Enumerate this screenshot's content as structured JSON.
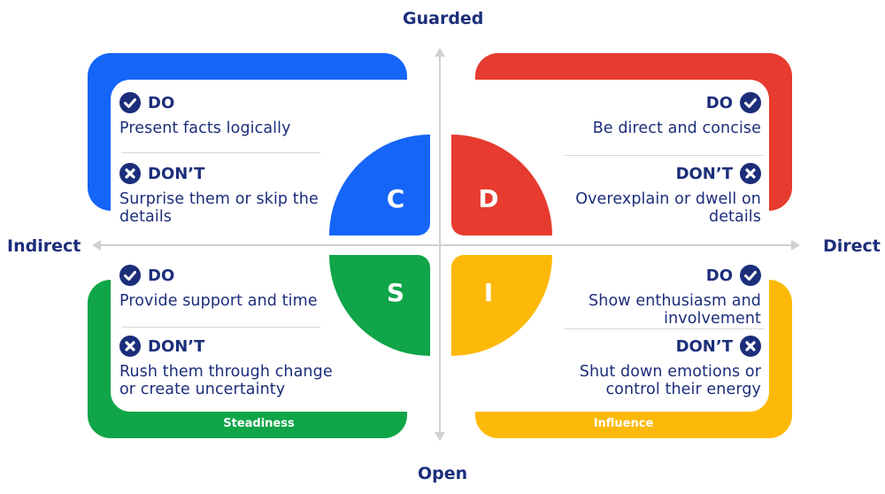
{
  "axes": {
    "top": "Guarded",
    "bottom": "Open",
    "left": "Indirect",
    "right": "Direct"
  },
  "colors": {
    "text": "#1c2e7a",
    "c_blue": "#1565f9",
    "d_red": "#e63b2e",
    "s_green": "#0fa548",
    "i_yellow": "#fdb909",
    "axis_gray": "#d0d0d0"
  },
  "quadrants": {
    "c": {
      "letter": "C",
      "do_label": "DO",
      "do_text": "Present facts logically",
      "dont_label": "DON’T",
      "dont_text": "Surprise them or skip the details"
    },
    "d": {
      "letter": "D",
      "do_label": "DO",
      "do_text": "Be direct and concise",
      "dont_label": "DON’T",
      "dont_text": "Overexplain or dwell on details"
    },
    "s": {
      "letter": "S",
      "name": "Steadiness",
      "do_label": "DO",
      "do_text": "Provide support and time",
      "dont_label": "DON’T",
      "dont_text": "Rush them through change or create uncertainty"
    },
    "i": {
      "letter": "I",
      "name": "Influence",
      "do_label": "DO",
      "do_text": "Show enthusiasm and involvement",
      "dont_label": "DON’T",
      "dont_text": "Shut down emotions or control their energy"
    }
  }
}
